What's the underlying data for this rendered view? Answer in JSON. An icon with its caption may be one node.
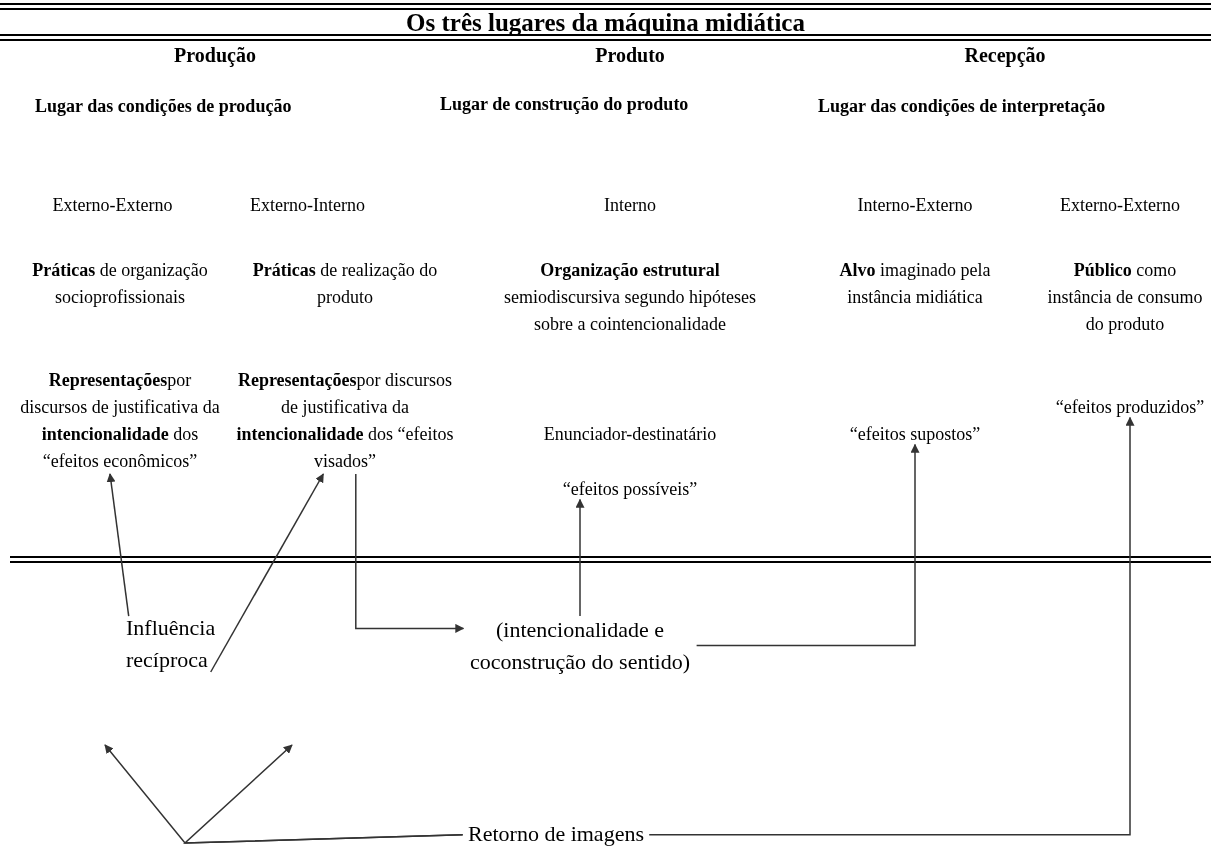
{
  "diagram": {
    "title": "Os três lugares da máquina midiática",
    "nodes": [
      {
        "text": [
          "**Representações**por discursos de justificativa da **intencionalidade** dos “efeitos econômicos”"
        ]
      },
      {
        "text": [
          "**Representações**por discursos de justificativa da **intencionalidade** dos “efeitos visados”"
        ]
      },
      {
        "text": [
          "“efeitos supostos”"
        ]
      },
      {
        "text": [
          "“efeitos produzidos”"
        ]
      },
      {
        "text": [
          "“efeitos possíveis”"
        ]
      },
      {
        "text": [
          "Influência recíproca"
        ]
      },
      {
        "text": [
          "(intencionalidade e coconstrução do sentido)"
        ]
      },
      {
        "text": [
          "Retorno de imagens"
        ]
      }
    ],
    "edges": [
      {
        "from": 5,
        "to": 0,
        "arrow": "to"
      },
      {
        "from": 5,
        "to": 1,
        "arrow": "to"
      },
      {
        "from": 1,
        "to": 6,
        "arrow": "to"
      },
      {
        "from": 6,
        "to": 4,
        "arrow": "to"
      },
      {
        "from": 6,
        "to": 2,
        "arrow": "to"
      },
      {
        "from": 7,
        "to": null,
        "arrow": "to"
      },
      {
        "from": 7,
        "to": null,
        "arrow": "to"
      },
      {
        "from": 7,
        "to": 3,
        "arrow": "to"
      }
    ],
    "labels": [
      "Produção",
      "Produto",
      "Recepção",
      "Lugar das condições de produção",
      "Lugar de construção do produto",
      "Lugar das condições de interpretação",
      "Externo-Externo",
      "Externo-Interno",
      "Interno",
      "Interno-Externo",
      "Externo-Externo",
      "**Práticas** de organização socioprofissionais",
      "**Práticas** de realização do produto",
      "**Organização estrutural** semiodiscursiva segundo hipóteses sobre a cointencionalidade",
      "**Alvo** imaginado pela instância midiática",
      "**Público** como instância de consumo do produto",
      "Enunciador-destinatário"
    ]
  }
}
